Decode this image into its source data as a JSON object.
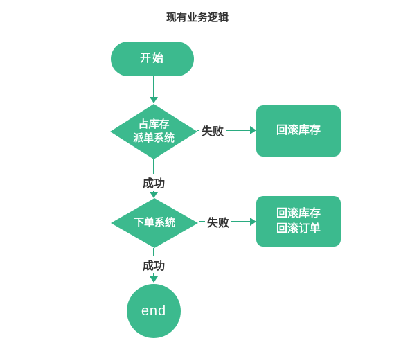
{
  "title": "现有业务逻辑",
  "colors": {
    "node_fill": "#3cba8e",
    "line": "#2aab80",
    "node_text": "#ffffff",
    "label_text": "#333333",
    "background": "#ffffff"
  },
  "nodes": {
    "start": {
      "type": "stadium",
      "label": "开始"
    },
    "decision1": {
      "type": "diamond",
      "line1": "占库存",
      "line2": "派单系统"
    },
    "rollback1": {
      "type": "rect",
      "label": "回滚库存"
    },
    "decision2": {
      "type": "diamond",
      "label": "下单系统"
    },
    "rollback2": {
      "type": "rect",
      "line1": "回滚库存",
      "line2": "回滚订单"
    },
    "end": {
      "type": "circle",
      "label": "end"
    }
  },
  "edges": {
    "start_to_decision1": {
      "label": ""
    },
    "decision1_fail": {
      "label": "失败"
    },
    "decision1_success": {
      "label": "成功"
    },
    "decision2_fail": {
      "label": "失败"
    },
    "decision2_success": {
      "label": "成功"
    }
  }
}
